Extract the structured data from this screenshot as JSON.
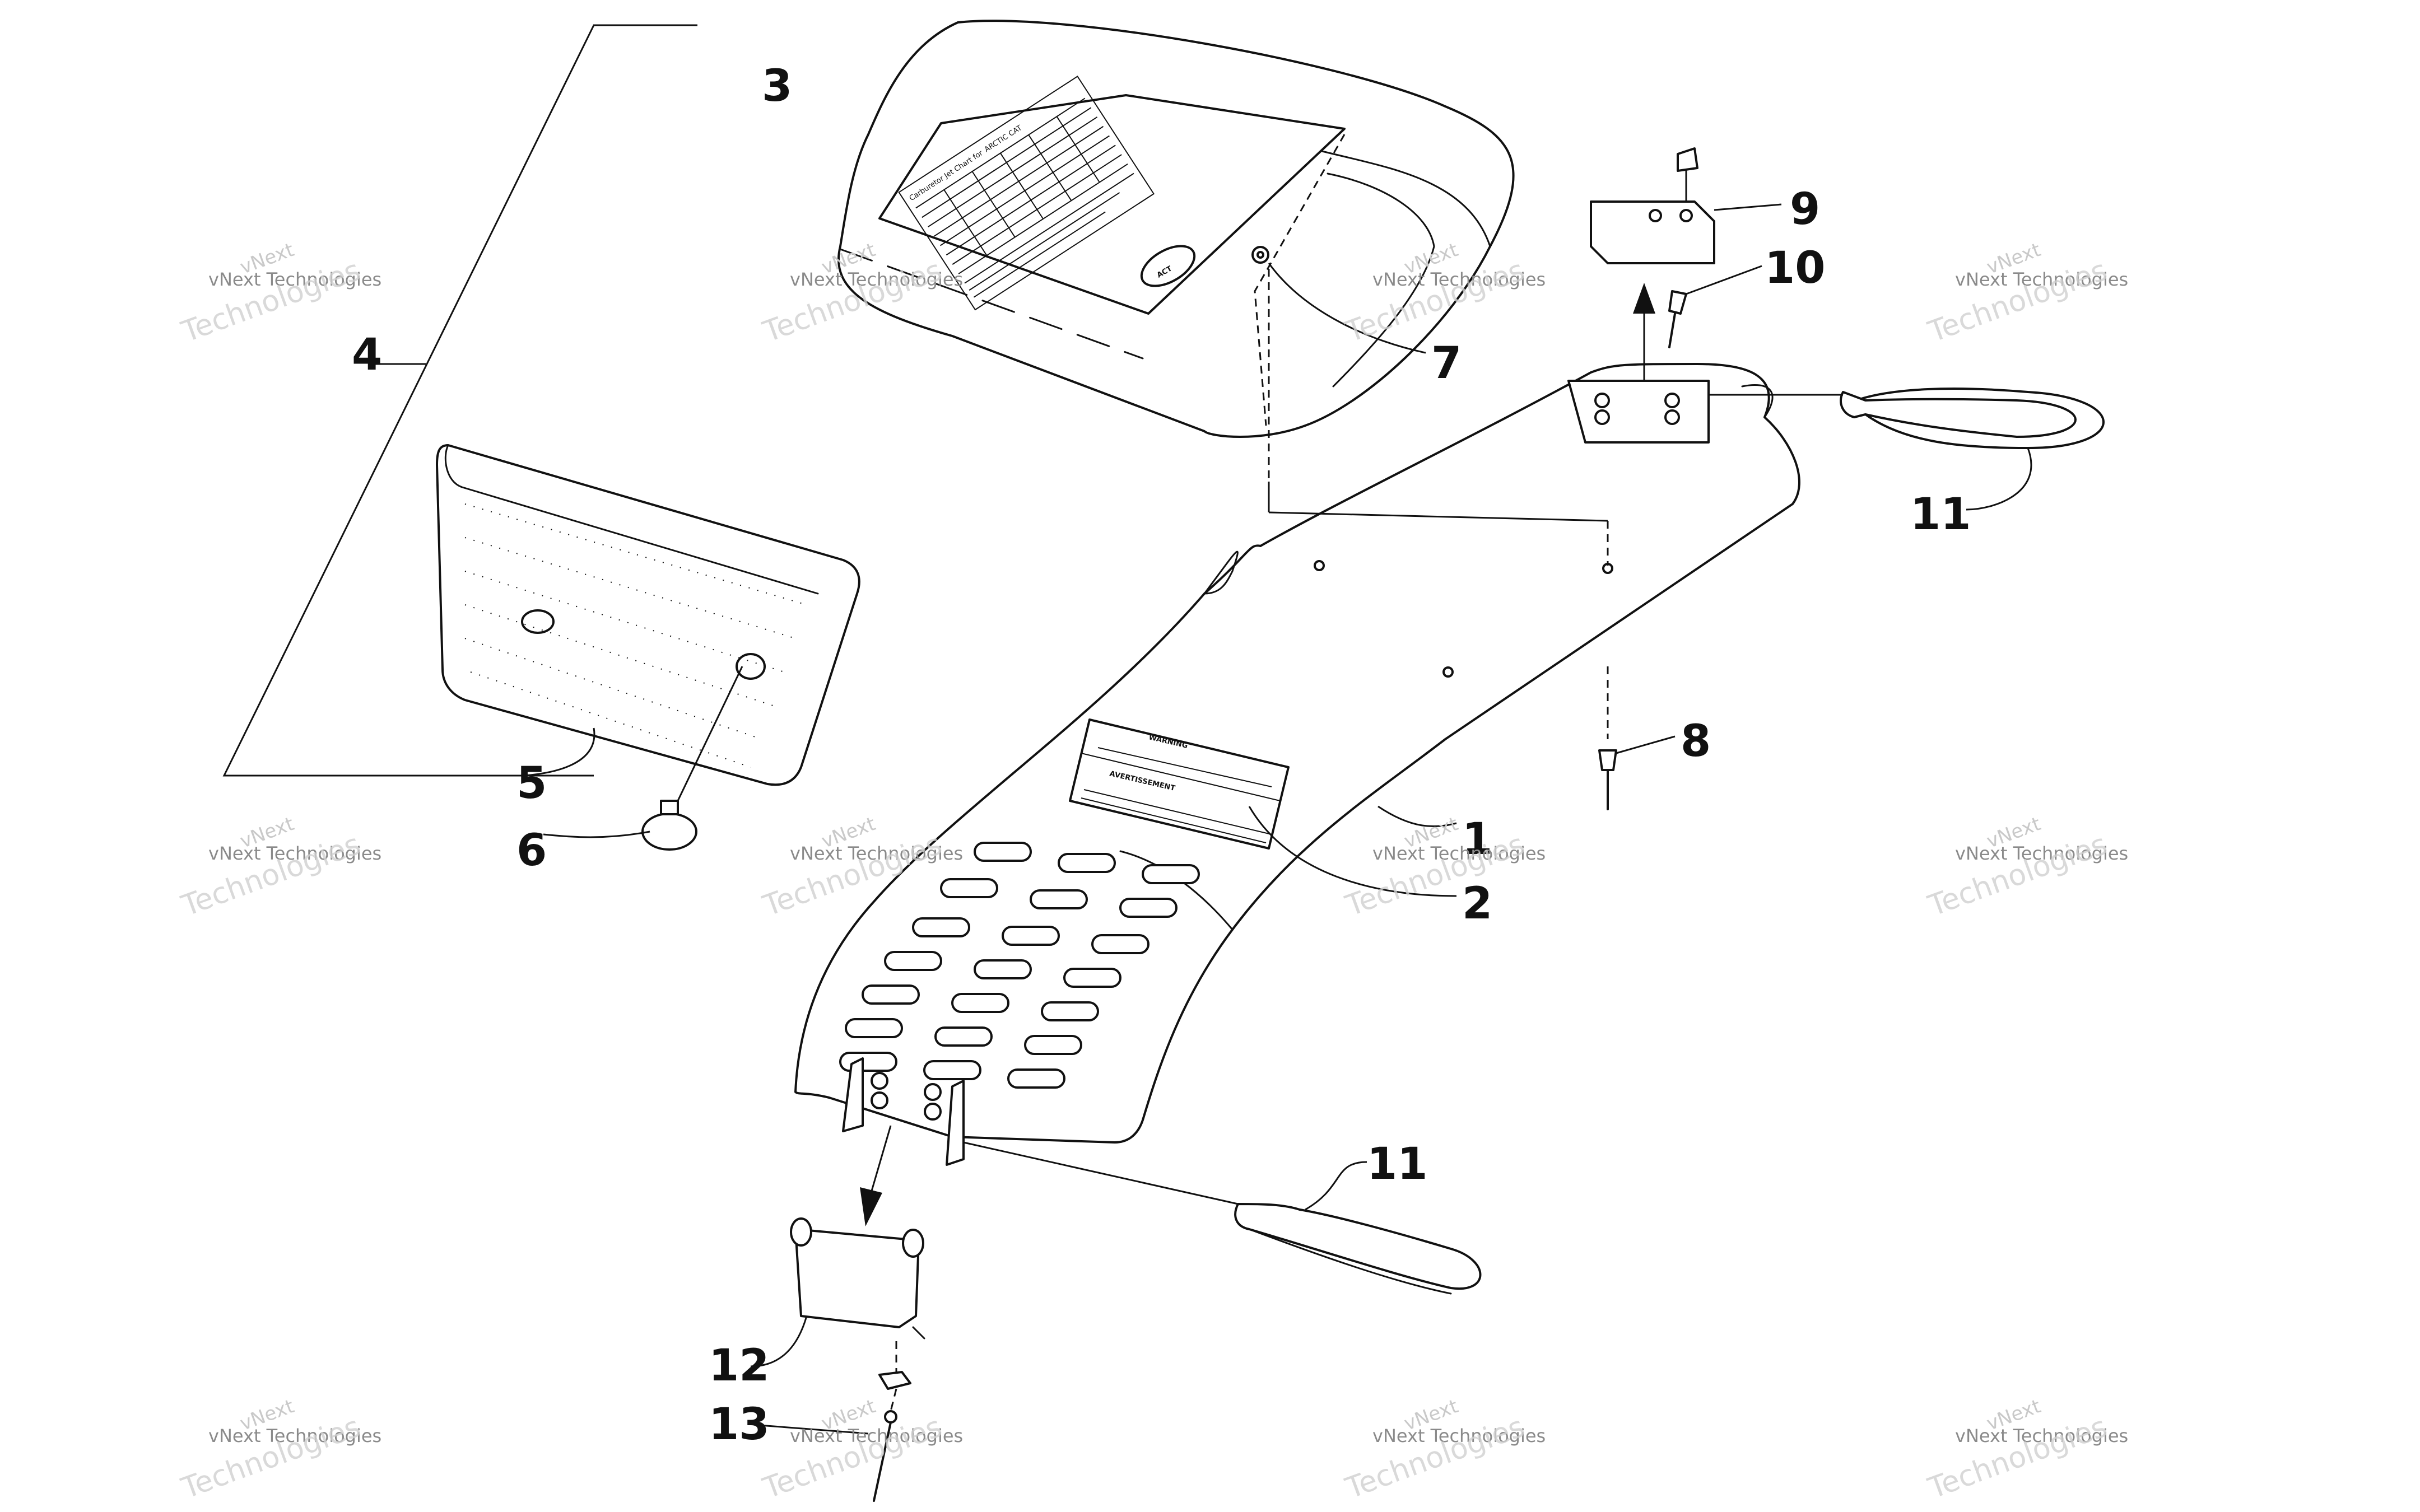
{
  "callouts": {
    "c1": "1",
    "c2": "2",
    "c3": "3",
    "c4": "4",
    "c5": "5",
    "c6": "6",
    "c7": "7",
    "c8": "8",
    "c9": "9",
    "c10": "10",
    "c11a": "11",
    "c11b": "11",
    "c12": "12",
    "c13": "13"
  },
  "decals": {
    "warning_title": "WARNING",
    "avertissement_title": "AVERTISSEMENT",
    "chart_title": "Carburetor Jet Chart for",
    "chart_brand": "ARCTIC CAT",
    "logo": "ACT"
  },
  "watermark": {
    "brand": "vNext",
    "line": "vNext Technologies",
    "big": "Technologies"
  },
  "colors": {
    "ink": "#111111",
    "background": "#ffffff",
    "watermark": "#bfbfbf"
  }
}
